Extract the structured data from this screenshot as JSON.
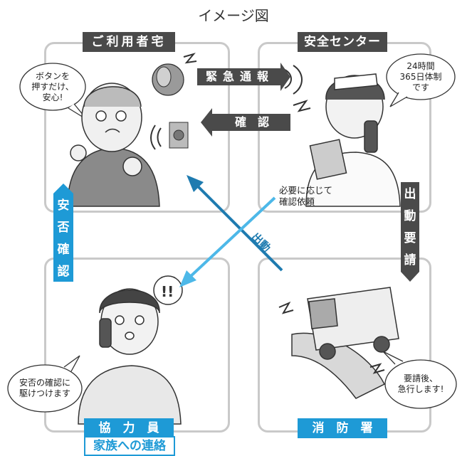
{
  "title": "イメージ図",
  "panels": {
    "user_home": {
      "label": "ご利用者宅",
      "bubble": "ボタンを\n押すだけ、\n安心!"
    },
    "safety_center": {
      "label": "安全センター",
      "bubble": "24時間\n365日体制\nです"
    },
    "cooperator": {
      "label": "協　力　員",
      "sub_label": "家族への連絡",
      "bubble": "安否の確認に\n駆けつけます"
    },
    "fire_station": {
      "label": "消　防　署",
      "bubble": "要請後、\n急行します!"
    }
  },
  "arrows": {
    "emergency_call": "緊急通報",
    "confirm": "確　認",
    "request_dispatch": "出動要請",
    "safety_check": "安否確認",
    "dispatch": "出動",
    "request_check": "必要に応じて\n確認依頼"
  },
  "colors": {
    "dark": "#4a4a4a",
    "blue": "#1e9ad6",
    "border": "#c9c9c9"
  }
}
